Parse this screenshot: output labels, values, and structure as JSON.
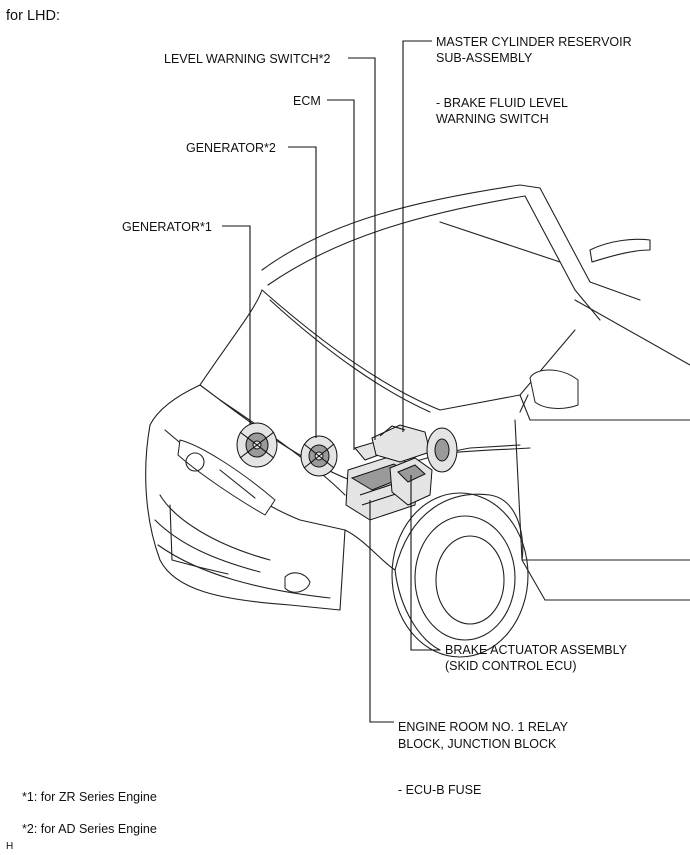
{
  "header": {
    "title": "for LHD:"
  },
  "labels": {
    "master_cylinder": "MASTER CYLINDER RESERVOIR",
    "master_cylinder_2": "SUB-ASSEMBLY",
    "brake_fluid": "- BRAKE FLUID LEVEL",
    "brake_fluid_2": "WARNING SWITCH",
    "level_warning_switch": "LEVEL WARNING SWITCH*2",
    "ecm": "ECM",
    "generator2": "GENERATOR*2",
    "generator1": "GENERATOR*1",
    "brake_actuator": "BRAKE ACTUATOR ASSEMBLY",
    "brake_actuator_2": "(SKID CONTROL ECU)",
    "engine_room": "ENGINE ROOM NO. 1 RELAY",
    "engine_room_2": "BLOCK, JUNCTION BLOCK",
    "ecu_b_fuse": "- ECU-B FUSE"
  },
  "footnotes": {
    "note1": "*1: for ZR Series Engine",
    "note2": "*2: for AD Series Engine"
  },
  "corner_mark": "H"
}
